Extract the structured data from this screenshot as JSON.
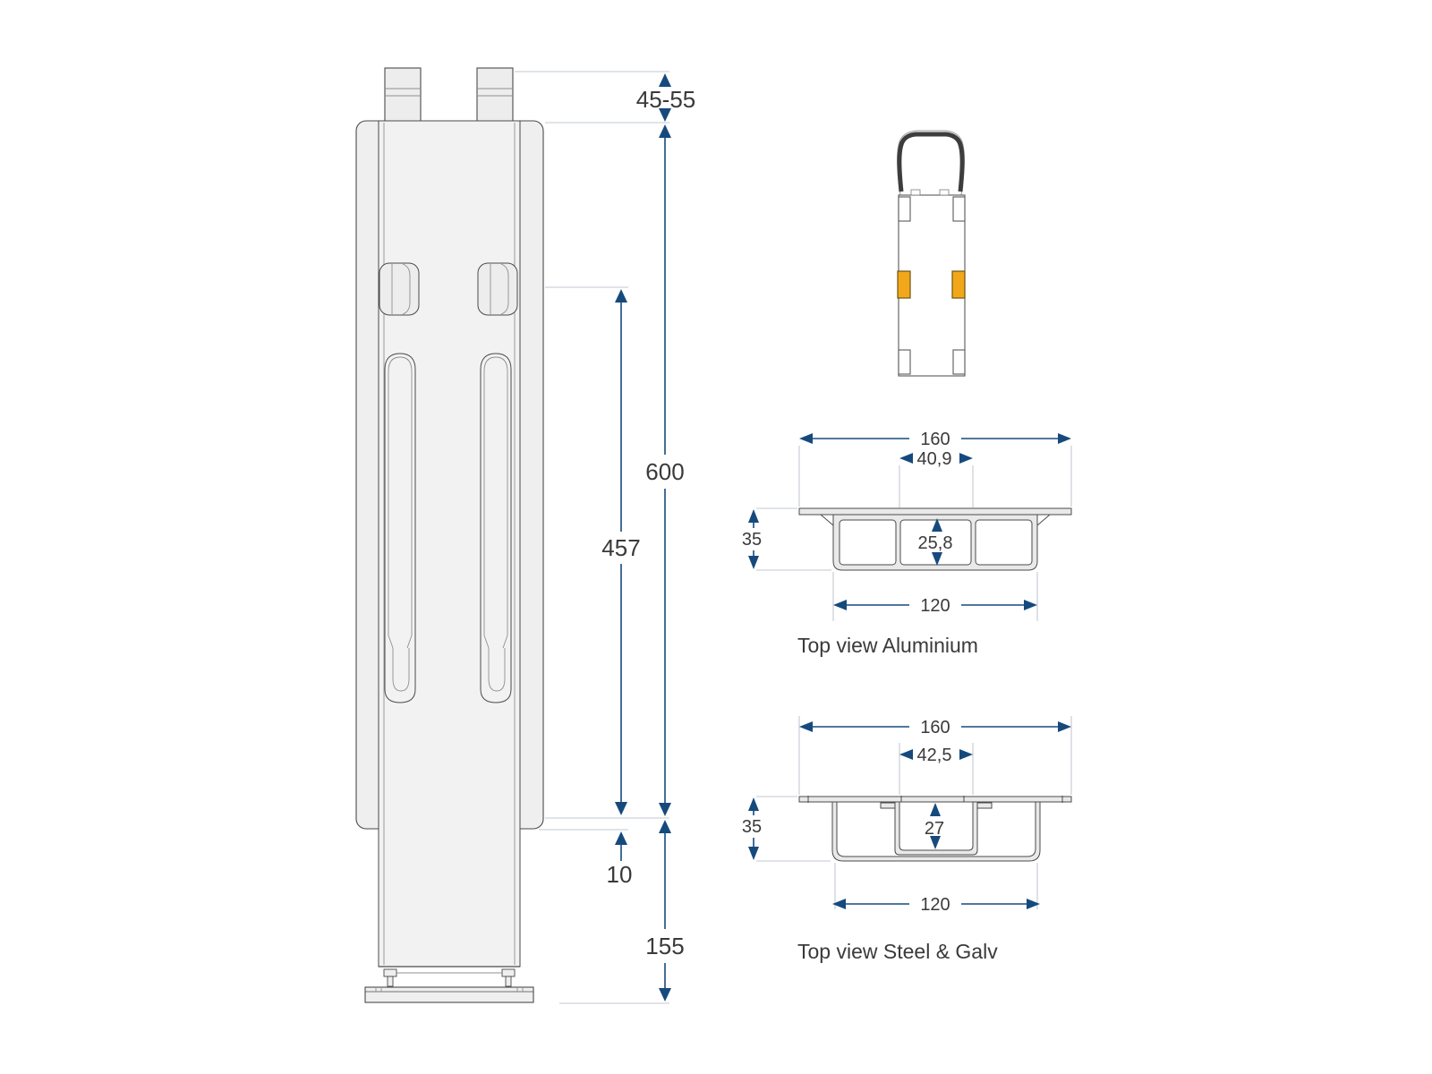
{
  "front_view": {
    "dim_top_offset": "45-55",
    "dim_total_height": "600",
    "dim_inner_height": "457",
    "dim_gap": "10",
    "dim_foot": "155"
  },
  "aluminium_section": {
    "label": "Top view Aluminium",
    "dim_flange_width": "160",
    "dim_channel_width": "40,9",
    "dim_height": "35",
    "dim_channel_height": "25,8",
    "dim_body_width": "120"
  },
  "steel_section": {
    "label": "Top view Steel & Galv",
    "dim_flange_width": "160",
    "dim_channel_width": "42,5",
    "dim_height": "35",
    "dim_channel_height": "27",
    "dim_body_width": "120"
  },
  "colors": {
    "dimension_blue": "#164a7d",
    "outline_gray": "#4a4a4a",
    "extension_gray": "#c2c8d2",
    "highlight_orange": "#f2a71b",
    "text_dark": "#3a3a3a"
  }
}
